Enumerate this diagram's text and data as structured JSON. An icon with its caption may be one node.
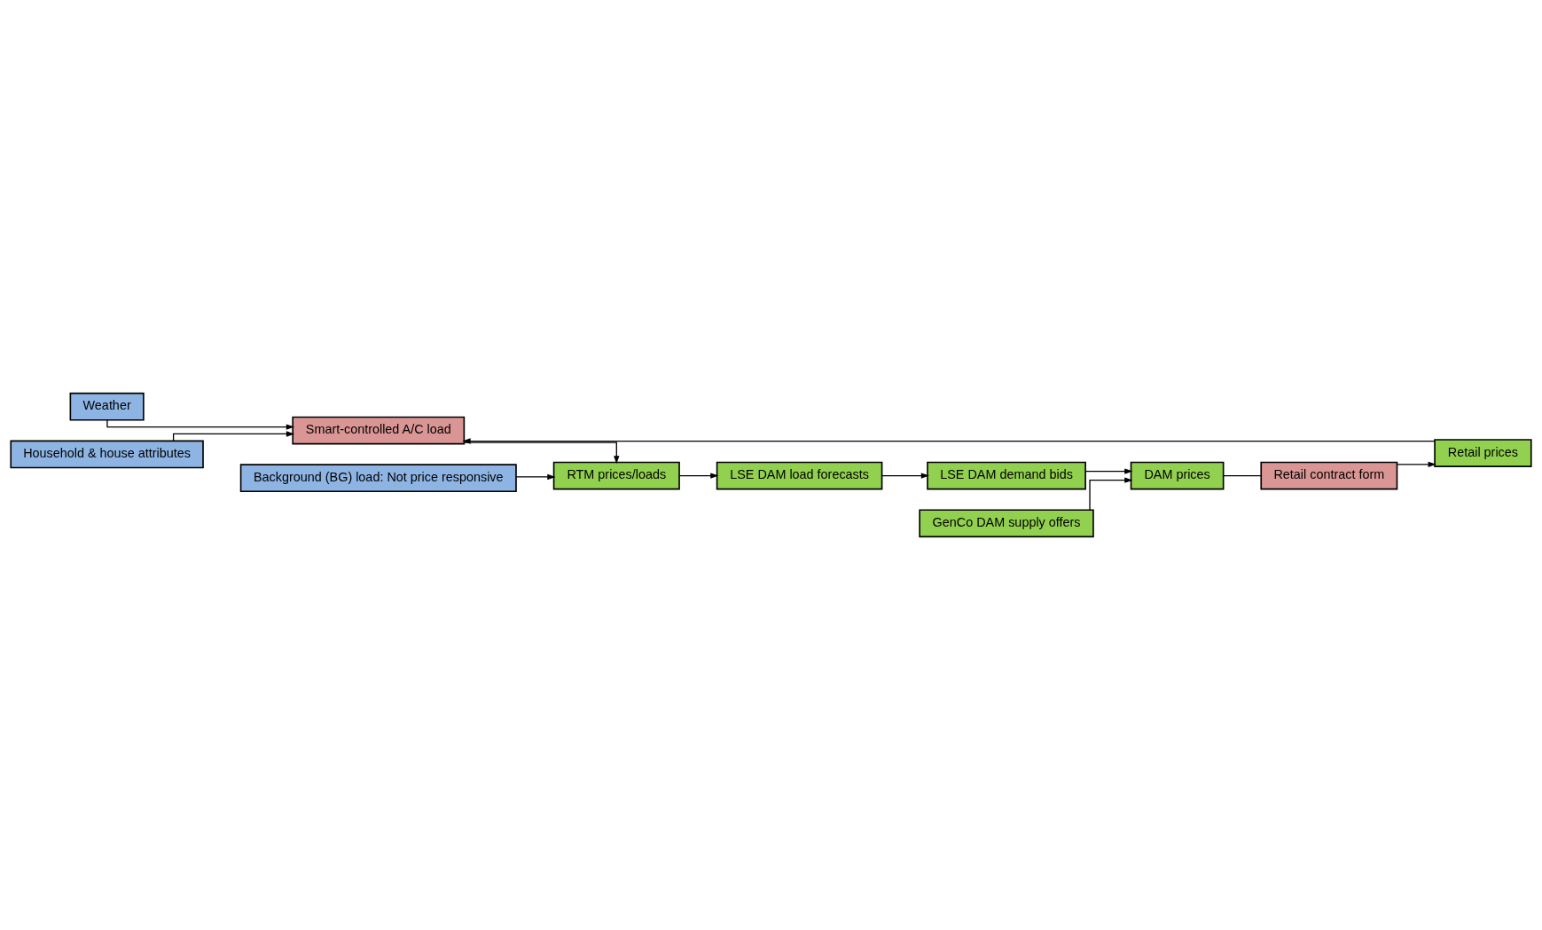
{
  "diagram": {
    "nodes": [
      {
        "text": [
          "Weather"
        ]
      },
      {
        "text": [
          "Household & house attributes"
        ]
      },
      {
        "text": [
          "Retail prices"
        ]
      },
      {
        "text": [
          "Smart-controlled A/C load"
        ]
      },
      {
        "text": [
          "Background (BG) load: Not price responsive"
        ]
      },
      {
        "text": [
          "RTM prices/loads"
        ]
      },
      {
        "text": [
          "Retail contract form"
        ]
      },
      {
        "text": [
          "DAM prices"
        ]
      },
      {
        "text": [
          "LSE DAM demand bids"
        ]
      },
      {
        "text": [
          "LSE DAM load forecasts"
        ]
      },
      {
        "text": [
          "GenCo DAM supply offers"
        ]
      }
    ],
    "edges": [
      {
        "from": 0,
        "to": 3,
        "arrow": "to"
      },
      {
        "from": 1,
        "to": 3,
        "arrow": "to"
      },
      {
        "from": 2,
        "to": 3,
        "arrow": "to"
      },
      {
        "from": 3,
        "to": 5,
        "arrow": "to"
      },
      {
        "from": 4,
        "to": 5,
        "arrow": "to"
      },
      {
        "from": 5,
        "to": 9,
        "arrow": "to"
      },
      {
        "from": 9,
        "to": 8,
        "arrow": "to"
      },
      {
        "from": 8,
        "to": 7,
        "arrow": "to"
      },
      {
        "from": 10,
        "to": 7,
        "arrow": "to"
      },
      {
        "from": 7,
        "to": 6,
        "arrow": "none"
      },
      {
        "from": 6,
        "to": 2,
        "arrow": "to"
      }
    ]
  }
}
